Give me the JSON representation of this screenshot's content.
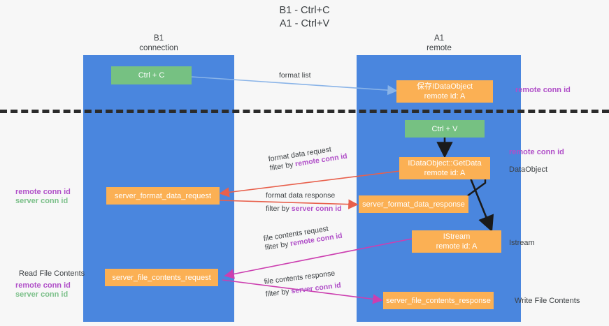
{
  "title": "B1 - Ctrl+C\nA1 - Ctrl+V",
  "colors": {
    "lane": "#4a86de",
    "green_node": "#76c182",
    "orange_node": "#fbb054",
    "purple_text": "#b04fc8",
    "green_text": "#7cc08a",
    "blue_arrow": "#8ab4e8",
    "red_arrow": "#e8604c",
    "magenta_arrow": "#cc3fb0",
    "black_arrow": "#1a1a1a",
    "divider": "#2b2b2b",
    "background": "#f7f7f7"
  },
  "columns": [
    {
      "name": "left-lane",
      "header": "B1\nconnection"
    },
    {
      "name": "right-lane",
      "header": "A1\nremote"
    }
  ],
  "nodes": [
    {
      "id": "ctrl-c",
      "label": "Ctrl + C",
      "kind": "green"
    },
    {
      "id": "save-idataobject",
      "label": "保存IDataObject\nremote id: A",
      "kind": "orange"
    },
    {
      "id": "ctrl-v",
      "label": "Ctrl + V",
      "kind": "green"
    },
    {
      "id": "idataobject-getdata",
      "label": "IDataObject::GetData\nremote id: A",
      "kind": "orange"
    },
    {
      "id": "server-format-data-request",
      "label": "server_format_data_request",
      "kind": "orange"
    },
    {
      "id": "server-format-data-response",
      "label": "server_format_data_response",
      "kind": "orange"
    },
    {
      "id": "istream",
      "label": "IStream\nremote id: A",
      "kind": "orange"
    },
    {
      "id": "server-file-contents-request",
      "label": "server_file_contents_request",
      "kind": "orange"
    },
    {
      "id": "server-file-contents-response",
      "label": "server_file_contents_response",
      "kind": "orange"
    }
  ],
  "edges": [
    {
      "id": "format-list",
      "line1": "format list",
      "line2": "",
      "highlight": "",
      "color": "#8ab4e8"
    },
    {
      "id": "format-data-request",
      "line1": "format data request",
      "line2": "filter by ",
      "highlight": "remote conn id",
      "color": "#e8604c"
    },
    {
      "id": "format-data-response",
      "line1": "format data response",
      "line2": "filter by ",
      "highlight": "server conn id",
      "color": "#e8604c"
    },
    {
      "id": "file-contents-request",
      "line1": "file contents request",
      "line2": "filter by ",
      "highlight": "remote conn id",
      "color": "#cc3fb0"
    },
    {
      "id": "file-contents-response",
      "line1": "file contents response",
      "line2": "filter by ",
      "highlight": "server conn id",
      "color": "#cc3fb0"
    }
  ],
  "right_annotations": [
    {
      "id": "ann-remote-conn-id-top",
      "text": "remote conn id",
      "style": "purple"
    },
    {
      "id": "ann-remote-conn-id-mid",
      "text": "remote conn id",
      "style": "purple"
    },
    {
      "id": "ann-dataobject",
      "text": "DataObject",
      "style": "plain"
    },
    {
      "id": "ann-istream",
      "text": "Istream",
      "style": "plain"
    },
    {
      "id": "ann-write-file",
      "text": "Write File Contents",
      "style": "plain"
    }
  ],
  "left_annotations": [
    {
      "id": "ann-left-remote-conn-id",
      "text": "remote conn id",
      "style": "purple"
    },
    {
      "id": "ann-left-server-conn-id",
      "text": "server conn id",
      "style": "green"
    },
    {
      "id": "ann-read-file",
      "text": "Read File Contents",
      "style": "plain"
    },
    {
      "id": "ann-left-remote-conn-id-2",
      "text": "remote conn id",
      "style": "purple"
    },
    {
      "id": "ann-left-server-conn-id-2",
      "text": "server conn id",
      "style": "green"
    }
  ]
}
